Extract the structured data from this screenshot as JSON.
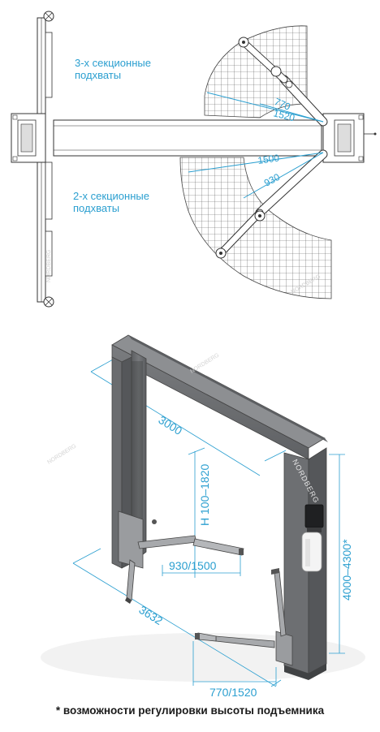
{
  "top_view": {
    "label_3sec_line1": "3-х секционные",
    "label_3sec_line2": "подхваты",
    "label_2sec_line1": "2-х секционные",
    "label_2sec_line2": "подхваты",
    "dim_770": "770",
    "dim_1520": "1520",
    "dim_1500": "1500",
    "dim_930": "930"
  },
  "iso_view": {
    "dim_width": "3000",
    "dim_lift_height": "H 100–1820",
    "dim_short_arm": "930/1500",
    "dim_depth": "3632",
    "dim_long_arm": "770/1520",
    "dim_total_height": "4000–4300*",
    "brand_column": "NORDBERG"
  },
  "watermarks": [
    "NORDBERG",
    "NORDBERG",
    "NORDBERG",
    "NORDBERG"
  ],
  "colors": {
    "accent": "#2b9fd0",
    "column": "#6f7174",
    "line": "#3a3a3a"
  },
  "footnote": "* возможности регулировки высоты подъемника"
}
